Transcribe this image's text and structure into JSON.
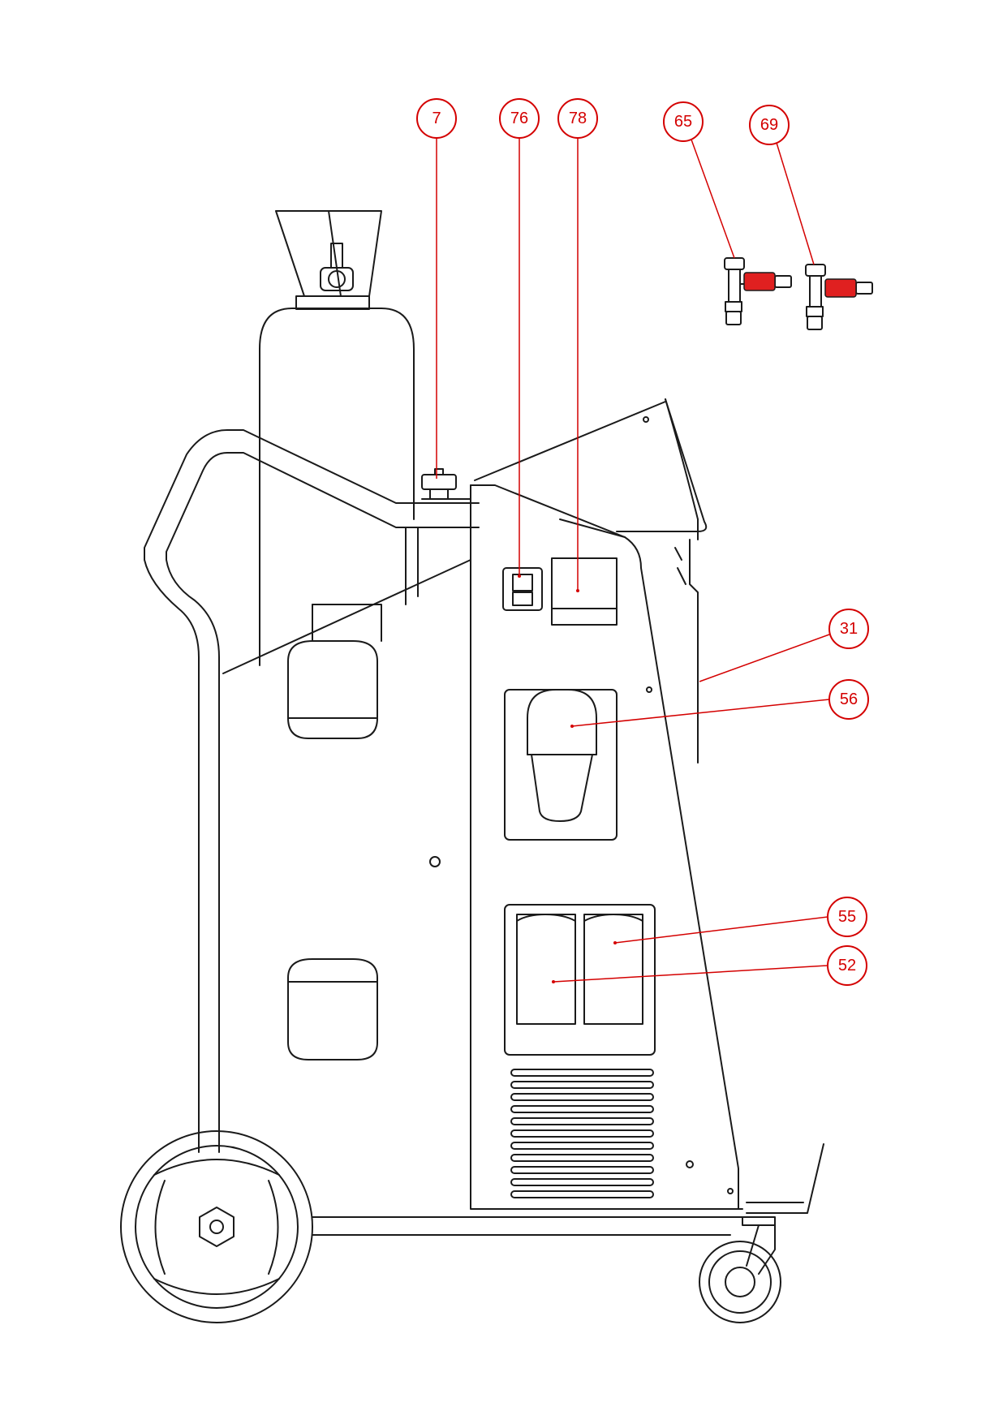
{
  "diagram": {
    "colors": {
      "line": "#1a1a1a",
      "callout": "#d40000",
      "part_red": "#e02020"
    },
    "callouts": [
      {
        "id": "7",
        "label": "7"
      },
      {
        "id": "76",
        "label": "76"
      },
      {
        "id": "78",
        "label": "78"
      },
      {
        "id": "65",
        "label": "65"
      },
      {
        "id": "69",
        "label": "69"
      },
      {
        "id": "31",
        "label": "31"
      },
      {
        "id": "56",
        "label": "56"
      },
      {
        "id": "55",
        "label": "55"
      },
      {
        "id": "52",
        "label": "52"
      }
    ]
  }
}
